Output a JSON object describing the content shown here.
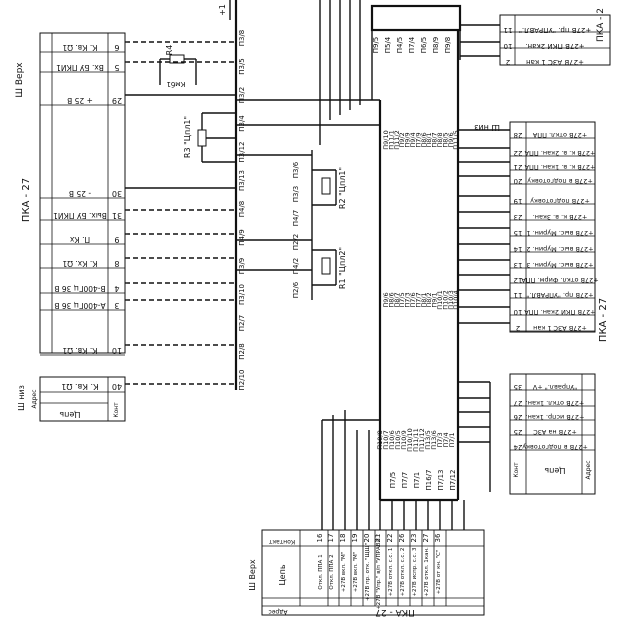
{
  "top_left_connector": {
    "block_label": "ПКА - 27",
    "section_label": "Ш Верх",
    "rows": [
      {
        "pin": "6",
        "text": "К. Кв. Ω1"
      },
      {
        "pin": "5",
        "text": "Вх. БУ ПКИ1"
      },
      {
        "pin": "29",
        "text": "+ 25 В"
      },
      {
        "pin": "30",
        "text": "- 25 В"
      },
      {
        "pin": "31",
        "text": "Вых. БУ ПКИ1"
      },
      {
        "pin": "9",
        "text": "П. Кх"
      },
      {
        "pin": "8",
        "text": "К. Кх. Ω1"
      },
      {
        "pin": "4",
        "text": "В-400Гц 36 В"
      },
      {
        "pin": "3",
        "text": "А-400Гц 36 В"
      },
      {
        "pin": "10",
        "text": "К. Кв. Ω1"
      }
    ]
  },
  "bottom_left_connector": {
    "section_label": "Ш низ",
    "header_address": "Адрес",
    "header_circuit": "Цепь",
    "header_contact": "Конт",
    "rows": [
      {
        "pin": "40",
        "text": "К. Кв. Ω1"
      }
    ]
  },
  "resistors": {
    "r4": "R4",
    "r4_note": "Кмб1",
    "r3": "R3 \"Цпл1\"",
    "r2": "R2 \"Цпл1\"",
    "r1": "R1 \"Цпл2\""
  },
  "left_pins": [
    "П2/10",
    "П2/8",
    "П2/7",
    "П3/10",
    "П3/9",
    "П4/9",
    "П4/8",
    "П3/13",
    "П3/12",
    "П3/4",
    "П3/2",
    "П3/5",
    "П3/8"
  ],
  "middle_pins": [
    "П2/6",
    "П4/2",
    "П2/2",
    "П4/7",
    "П3/3",
    "П3/6"
  ],
  "top_right_pins": [
    "П9/5",
    "П5/4",
    "П4/5",
    "П7/4",
    "П6/5",
    "П8/9",
    "П9/8"
  ],
  "upper_bus_pins": [
    "П9/10",
    "П11/1",
    "П11/2",
    "П9/2",
    "П9/9",
    "П9/4",
    "П7/9",
    "П8/6",
    "П8/1",
    "П8/7",
    "П8/8",
    "П8/5",
    "П9/6",
    "П11/5"
  ],
  "lower_bus_pins": [
    "П9/6",
    "П8/6",
    "П8/7",
    "П7/5",
    "П7/3",
    "П7/6",
    "П7/7",
    "П8/1",
    "П8/2",
    "П9/1",
    "П10/1",
    "П10/2",
    "П10/3",
    "П10/4"
  ],
  "bottom_bus_pins": [
    "П10/8",
    "П10/7",
    "П10/6",
    "П10/5",
    "П10/9",
    "П10/10",
    "П11/11",
    "П11/12",
    "П13/5",
    "П13/6",
    "П7/3",
    "П7/4",
    "П7/1"
  ],
  "bottom_connector_pins": [
    "П7/5",
    "П7/7",
    "П7/1",
    "П16/7",
    "П7/13",
    "П7/12"
  ],
  "right_connector": {
    "block_label": "ПКА - 27",
    "section_label": "Ш низ",
    "header_address": "Адрес",
    "header_circuit": "Цепь",
    "header_contact": "Конт",
    "rows": [
      {
        "pin": "28",
        "text": "+27В откл. ППА"
      },
      {
        "pin": "22",
        "text": "+27В к. в. 2кан. ППА"
      },
      {
        "pin": "21",
        "text": "+27В к. в. 1кан. ППА"
      },
      {
        "pin": "20",
        "text": "+27В в подготовку"
      },
      {
        "pin": "19",
        "text": "+27В подготовку"
      },
      {
        "pin": "23",
        "text": "+27В к. в. 3кан."
      },
      {
        "pin": "15",
        "text": "+27В выс. Мурин. 1"
      },
      {
        "pin": "14",
        "text": "+27В выс. Мурин. 2"
      },
      {
        "pin": "13",
        "text": "+27В выс. Мурин. 3"
      },
      {
        "pin": "12",
        "text": "+27В откл. Фирм. ППА"
      },
      {
        "pin": "11",
        "text": "+27В пр. \"УПРАВЛ.\""
      },
      {
        "pin": "10",
        "text": "+27В ПКИ 2кан. ППА"
      },
      {
        "pin": "2",
        "text": "+27В АЗС 1 кан"
      }
    ]
  },
  "right_lower_connector": {
    "rows": [
      {
        "pin": "35",
        "text": "\"Управл.\" +V"
      },
      {
        "pin": "27",
        "text": "+27В откл. 1кан."
      },
      {
        "pin": "26",
        "text": "+27В испр. 1кан."
      },
      {
        "pin": "25",
        "text": "+27В на АЗС"
      },
      {
        "pin": "24",
        "text": "+27В в подготовку"
      }
    ]
  },
  "top_right_connector": {
    "block_label": "ПКА - 2",
    "rows": [
      {
        "pin": "11",
        "text": "+27В пр. \"УПРАВЛ.\""
      },
      {
        "pin": "10",
        "text": "+27В ПКИ 2кан."
      },
      {
        "pin": "2",
        "text": "+27В АЗС 1 кан"
      }
    ]
  },
  "bottom_connector": {
    "block_label": "ПКА - 27",
    "section_label": "Ш Верх",
    "header_address": "Адрес",
    "header_circuit": "Цепь",
    "header_contact": "Контакт",
    "rows": [
      {
        "pin": "16",
        "text": "Откл. ППА 1"
      },
      {
        "pin": "17",
        "text": "Откл. ППА 2"
      },
      {
        "pin": "18",
        "text": "+27В вкл. \"М\""
      },
      {
        "pin": "19",
        "text": "+27В вкл. \"М\""
      },
      {
        "pin": "20",
        "text": "+27В пр. отк. \"ЩЩ\""
      },
      {
        "pin": "21",
        "text": "+27В \"Упр.\" в/п \"УПРАВЛ.\""
      },
      {
        "pin": "22",
        "text": "+27В откл. с.с. 1"
      },
      {
        "pin": "26",
        "text": "+27В откл. с.с. 2"
      },
      {
        "pin": "23",
        "text": "+27В испр. с.с. 3"
      },
      {
        "pin": "27",
        "text": "+27В откл. 1кан."
      },
      {
        "pin": "36",
        "text": "+27В от кн. \"С\""
      }
    ]
  },
  "top_note": "+1"
}
